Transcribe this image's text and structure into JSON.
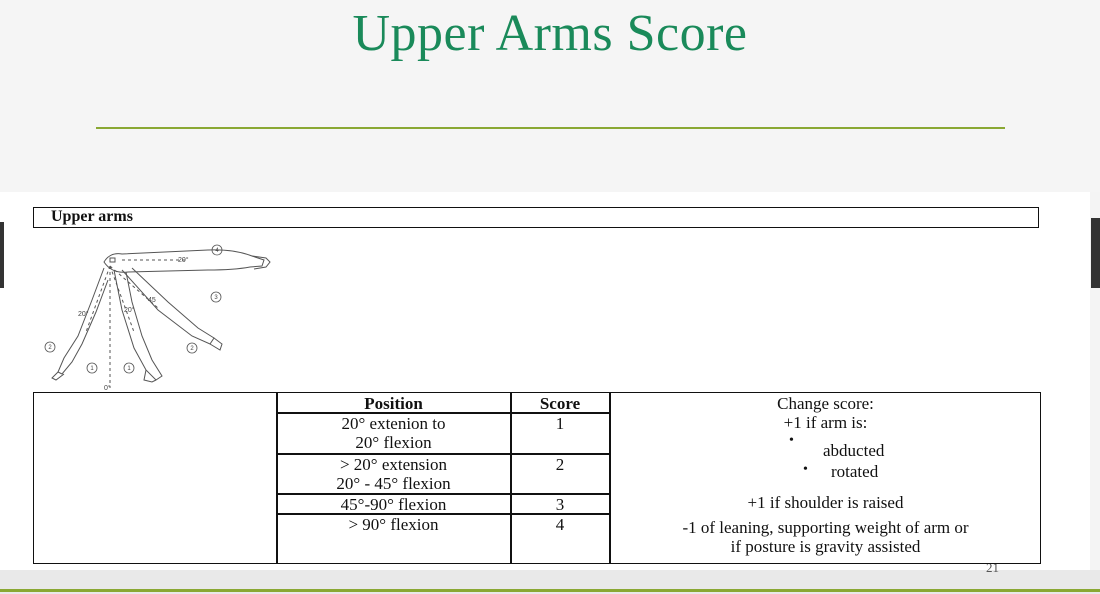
{
  "slide": {
    "title": "Upper Arms Score",
    "page_number": "21",
    "accent_color": "#1a8a5a",
    "rule_color": "#8aa833"
  },
  "section_label": "Upper arms",
  "diagram": {
    "labels": [
      "20°",
      "20°",
      "20°",
      "45",
      "0°",
      "1",
      "1",
      "2",
      "2",
      "3",
      "4"
    ]
  },
  "table": {
    "headers": {
      "position": "Position",
      "score": "Score"
    },
    "rows": [
      {
        "position_line1": "20° extenion to",
        "position_line2": "20° flexion",
        "score": "1"
      },
      {
        "position_line1": "> 20° extension",
        "position_line2": "20° - 45° flexion",
        "score": "2"
      },
      {
        "position_line1": "45°-90° flexion",
        "position_line2": "",
        "score": "3"
      },
      {
        "position_line1": "> 90° flexion",
        "position_line2": "",
        "score": "4"
      }
    ],
    "change": {
      "title": "Change score:",
      "plus_arm": "+1 if arm is:",
      "bullets": [
        "abducted",
        "rotated"
      ],
      "plus_shoulder": "+1 if shoulder is raised",
      "minus_line1": "-1 of leaning, supporting weight of arm or",
      "minus_line2": "if posture is gravity assisted"
    }
  }
}
